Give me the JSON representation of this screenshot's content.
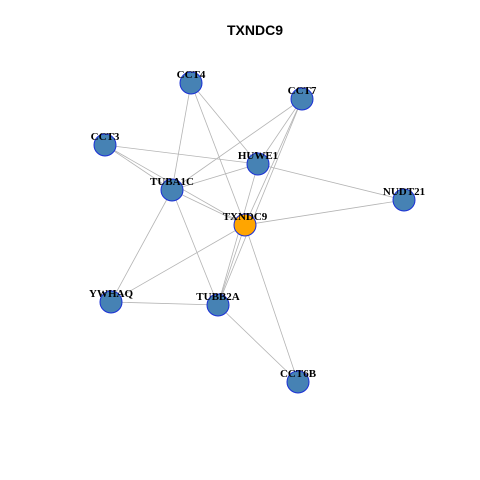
{
  "diagram": {
    "title": "TXNDC9",
    "colors": {
      "default_node": "#4682b4",
      "center_node": "#ffa500",
      "node_border": "#1a2fd6",
      "edge": "#b4b4b4"
    },
    "nodes": [
      {
        "id": "CCT4",
        "label": "CCT4",
        "center": false
      },
      {
        "id": "CCT7",
        "label": "CCT7",
        "center": false
      },
      {
        "id": "CCT3",
        "label": "CCT3",
        "center": false
      },
      {
        "id": "HUWE1",
        "label": "HUWE1",
        "center": false
      },
      {
        "id": "TUBA1C",
        "label": "TUBA1C",
        "center": false
      },
      {
        "id": "NUDT21",
        "label": "NUDT21",
        "center": false
      },
      {
        "id": "TXNDC9",
        "label": "TXNDC9",
        "center": true
      },
      {
        "id": "YWHAQ",
        "label": "YWHAQ",
        "center": false
      },
      {
        "id": "TUBB2A",
        "label": "TUBB2A",
        "center": false
      },
      {
        "id": "CCT6B",
        "label": "CCT6B",
        "center": false
      }
    ],
    "edges": [
      [
        "CCT4",
        "TUBA1C"
      ],
      [
        "CCT4",
        "HUWE1"
      ],
      [
        "CCT4",
        "TXNDC9"
      ],
      [
        "CCT7",
        "TUBA1C"
      ],
      [
        "CCT7",
        "HUWE1"
      ],
      [
        "CCT7",
        "TXNDC9"
      ],
      [
        "CCT7",
        "TUBB2A"
      ],
      [
        "CCT3",
        "TUBA1C"
      ],
      [
        "CCT3",
        "HUWE1"
      ],
      [
        "CCT3",
        "TXNDC9"
      ],
      [
        "HUWE1",
        "TUBA1C"
      ],
      [
        "HUWE1",
        "NUDT21"
      ],
      [
        "HUWE1",
        "TUBB2A"
      ],
      [
        "TUBA1C",
        "TXNDC9"
      ],
      [
        "TUBA1C",
        "YWHAQ"
      ],
      [
        "TUBA1C",
        "TUBB2A"
      ],
      [
        "TXNDC9",
        "NUDT21"
      ],
      [
        "TXNDC9",
        "YWHAQ"
      ],
      [
        "TXNDC9",
        "TUBB2A"
      ],
      [
        "TXNDC9",
        "CCT6B"
      ],
      [
        "YWHAQ",
        "TUBB2A"
      ],
      [
        "TUBB2A",
        "CCT6B"
      ]
    ]
  }
}
